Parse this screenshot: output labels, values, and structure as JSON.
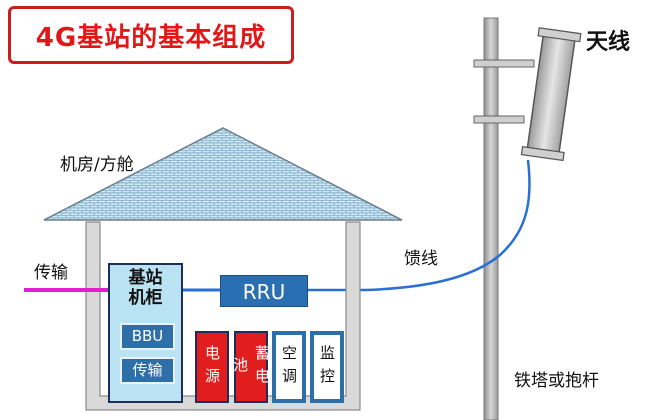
{
  "title": "4G基站的基本组成",
  "labels": {
    "antenna": "天线",
    "machine_room": "机房/方舱",
    "transmission_line": "传输",
    "feeder": "馈线",
    "tower": "铁塔或抱杆"
  },
  "cabinet": {
    "title_line1": "基站",
    "title_line2": "机柜",
    "bbu": "BBU",
    "transport": "传输"
  },
  "rru": "RRU",
  "equipment": [
    {
      "label": "电源",
      "color": "#e11d1d"
    },
    {
      "label": "蓄电池",
      "color": "#e11d1d"
    },
    {
      "label": "空调",
      "color": "#ffffff"
    },
    {
      "label": "监控",
      "color": "#ffffff"
    }
  ],
  "colors": {
    "title": "#e01818",
    "cabinet_fill": "#b9e2f3",
    "feeder_line": "#2a6fd6",
    "transmission_line": "#e020d0",
    "pole": "#bdbdbd"
  }
}
